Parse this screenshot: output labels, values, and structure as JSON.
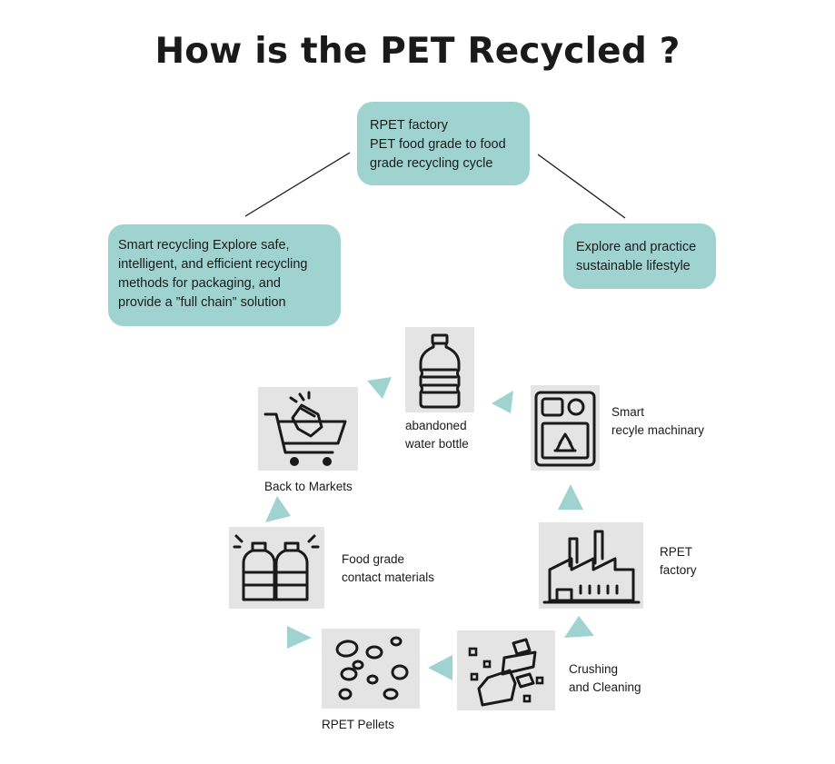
{
  "title": "How is the PET Recycled ?",
  "top_box": {
    "lines": [
      "RPET factory",
      "PET food grade to food",
      "grade recycling cycle"
    ]
  },
  "left_box": {
    "lines": [
      "Smart recycling  Explore safe,",
      "intelligent, and  efficient recycling",
      "methods for  packaging, and",
      "provide a ”full  chain” solution"
    ]
  },
  "right_box": {
    "lines": [
      "Explore and practice",
      "sustainable lifestyle"
    ]
  },
  "steps": [
    {
      "icon": "water-bottle-icon",
      "lines": [
        "abandoned",
        "water bottle"
      ]
    },
    {
      "icon": "recycle-machine-icon",
      "lines": [
        "Smart",
        "recyle machinary"
      ]
    },
    {
      "icon": "factory-icon",
      "lines": [
        "RPET",
        "factory"
      ]
    },
    {
      "icon": "crushed-plastic-icon",
      "lines": [
        "Crushing",
        "and Cleaning"
      ]
    },
    {
      "icon": "pellets-icon",
      "lines": [
        "RPET Pellets"
      ]
    },
    {
      "icon": "food-grade-bottles-icon",
      "lines": [
        "Food grade",
        "contact materials"
      ]
    },
    {
      "icon": "shopping-cart-icon",
      "lines": [
        "Back to Markets"
      ]
    }
  ],
  "colors": {
    "accent": "#9fd3d0",
    "card": "#e4e4e4",
    "ink": "#1a1a1a"
  }
}
